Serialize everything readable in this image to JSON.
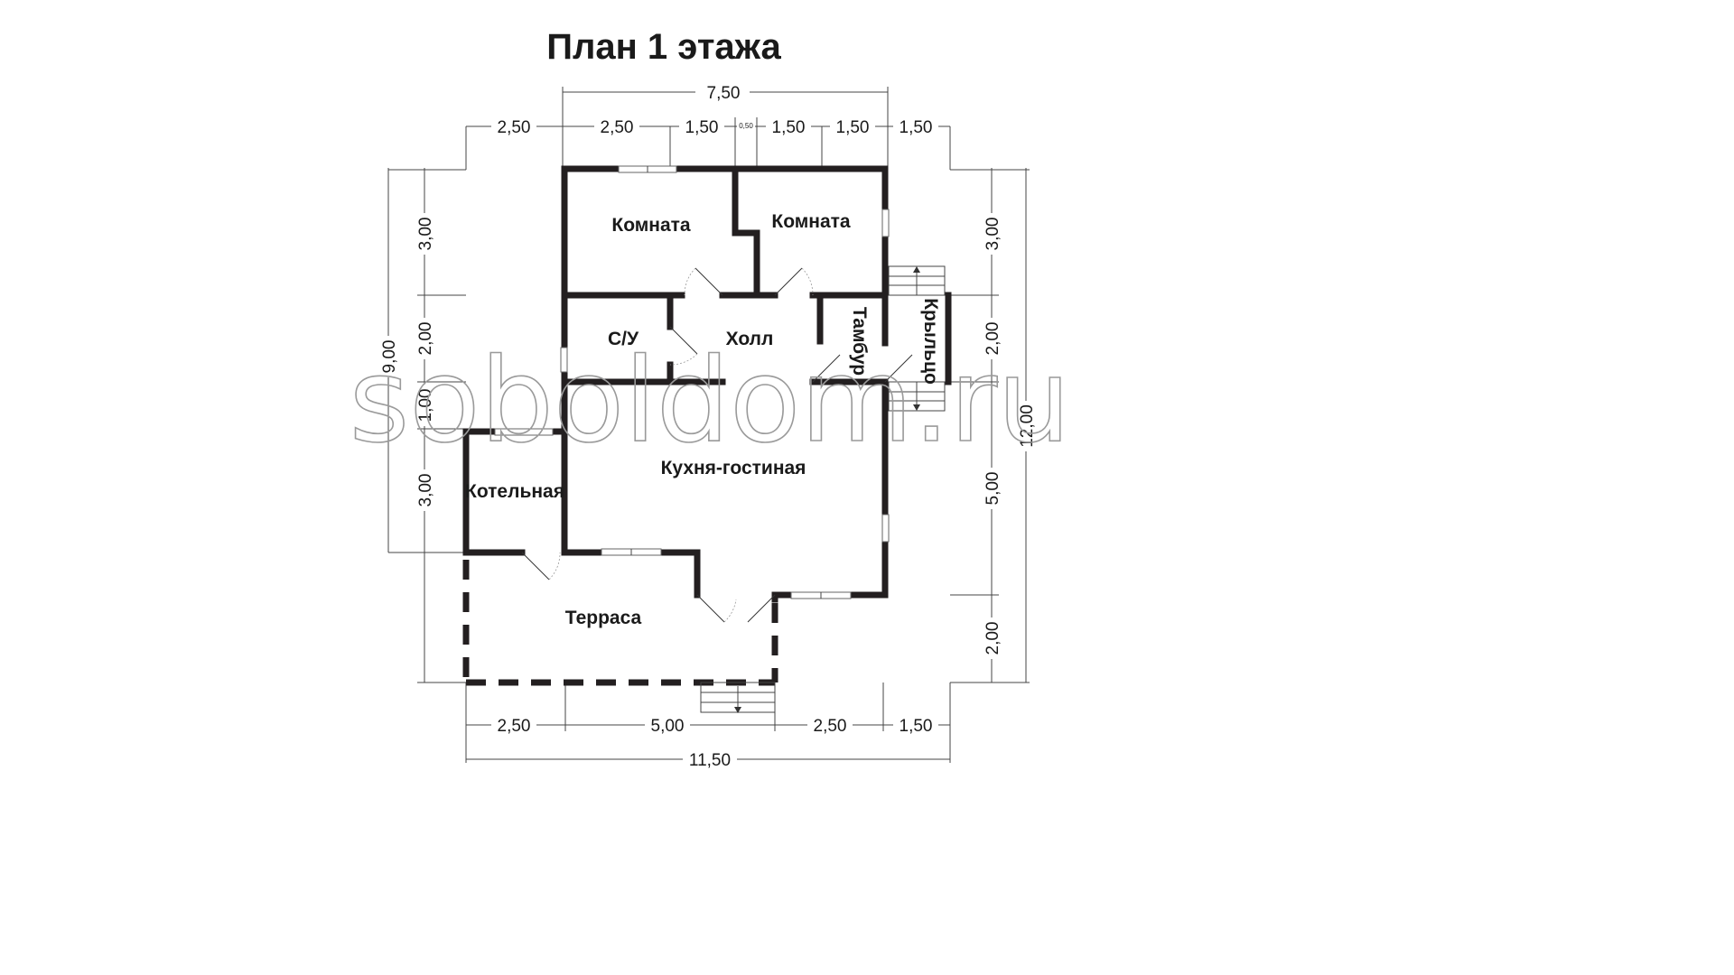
{
  "title": "План 1 этажа",
  "rooms": {
    "room1": "Комната",
    "room2": "Комната",
    "wc": "С/У",
    "hall": "Холл",
    "vestibule": "Тамбур",
    "porch": "Крыльцо",
    "kitchen_living": "Кухня-гостиная",
    "boiler": "Котельная",
    "terrace": "Терраса"
  },
  "dimensions": {
    "top_total": "7,50",
    "top": [
      "2,50",
      "2,50",
      "1,50",
      "0,50",
      "1,50",
      "1,50",
      "1,50"
    ],
    "left_total": "9,00",
    "left": [
      "3,00",
      "2,00",
      "1,00",
      "3,00"
    ],
    "right_total": "12,00",
    "right": [
      "3,00",
      "2,00",
      "5,00",
      "2,00"
    ],
    "bottom": [
      "2,50",
      "5,00",
      "2,50",
      "1,50"
    ],
    "bottom_total": "11,50"
  },
  "watermark": "soboldom.ru"
}
